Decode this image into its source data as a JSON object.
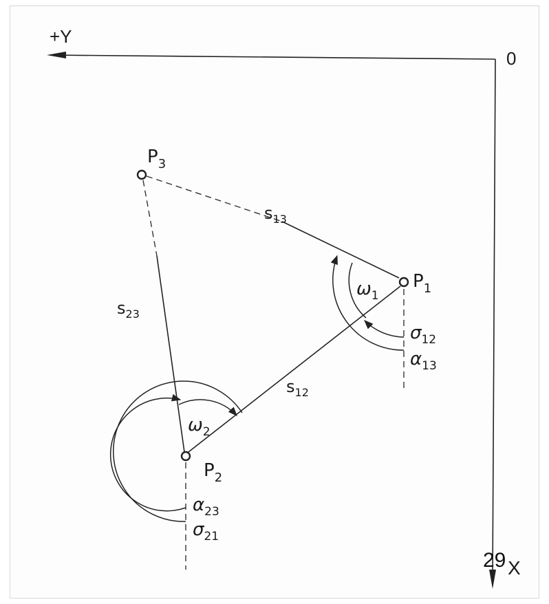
{
  "axes": {
    "y_label": "+Y",
    "x_label": "X",
    "origin_label": "0"
  },
  "points": {
    "p1": {
      "letter": "P",
      "sub": "1"
    },
    "p2": {
      "letter": "P",
      "sub": "2"
    },
    "p3": {
      "letter": "P",
      "sub": "3"
    }
  },
  "segments": {
    "s13": {
      "letter": "s",
      "sub": "13"
    },
    "s12": {
      "letter": "s",
      "sub": "12"
    },
    "s23": {
      "letter": "s",
      "sub": "23"
    }
  },
  "angles": {
    "omega1": {
      "letter": "ω",
      "sub": "1"
    },
    "omega2": {
      "letter": "ω",
      "sub": "2"
    },
    "sigma12": {
      "letter": "σ",
      "sub": "12"
    },
    "alpha13": {
      "letter": "α",
      "sub": "13"
    },
    "alpha23": {
      "letter": "α",
      "sub": "23"
    },
    "sigma21": {
      "letter": "σ",
      "sub": "21"
    }
  },
  "page_number": "29"
}
